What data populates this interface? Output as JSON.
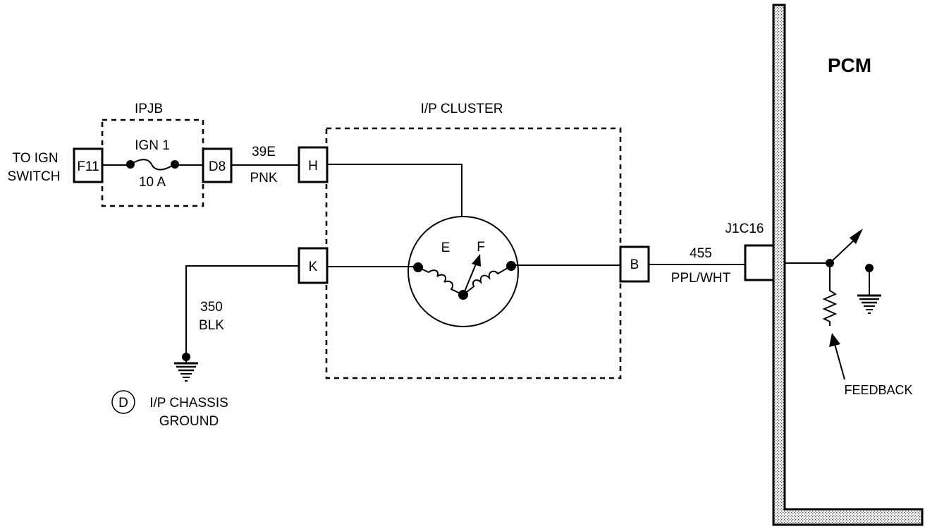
{
  "to_ign_switch": {
    "line1": "TO IGN",
    "line2": "SWITCH"
  },
  "ipjb": {
    "title": "IPJB",
    "fuse_name": "IGN 1",
    "fuse_rating": "10 A",
    "terminal_in": "F11",
    "terminal_out": "D8"
  },
  "wire_39e": {
    "circuit": "39E",
    "color": "PNK"
  },
  "cluster": {
    "title": "I/P CLUSTER",
    "terminal_h": "H",
    "terminal_k": "K",
    "terminal_b": "B",
    "gauge_label_e": "E",
    "gauge_label_f": "F"
  },
  "wire_350": {
    "circuit": "350",
    "color": "BLK"
  },
  "ground": {
    "id": "D",
    "line1": "I/P CHASSIS",
    "line2": "GROUND"
  },
  "wire_455": {
    "circuit": "455",
    "color": "PPL/WHT"
  },
  "pcm": {
    "title": "PCM",
    "connector": "J1C16",
    "feedback_label": "FEEDBACK"
  },
  "colors": {
    "ink": "#000000",
    "paper": "#ffffff",
    "pcm_fill": "#c8c8c8"
  }
}
